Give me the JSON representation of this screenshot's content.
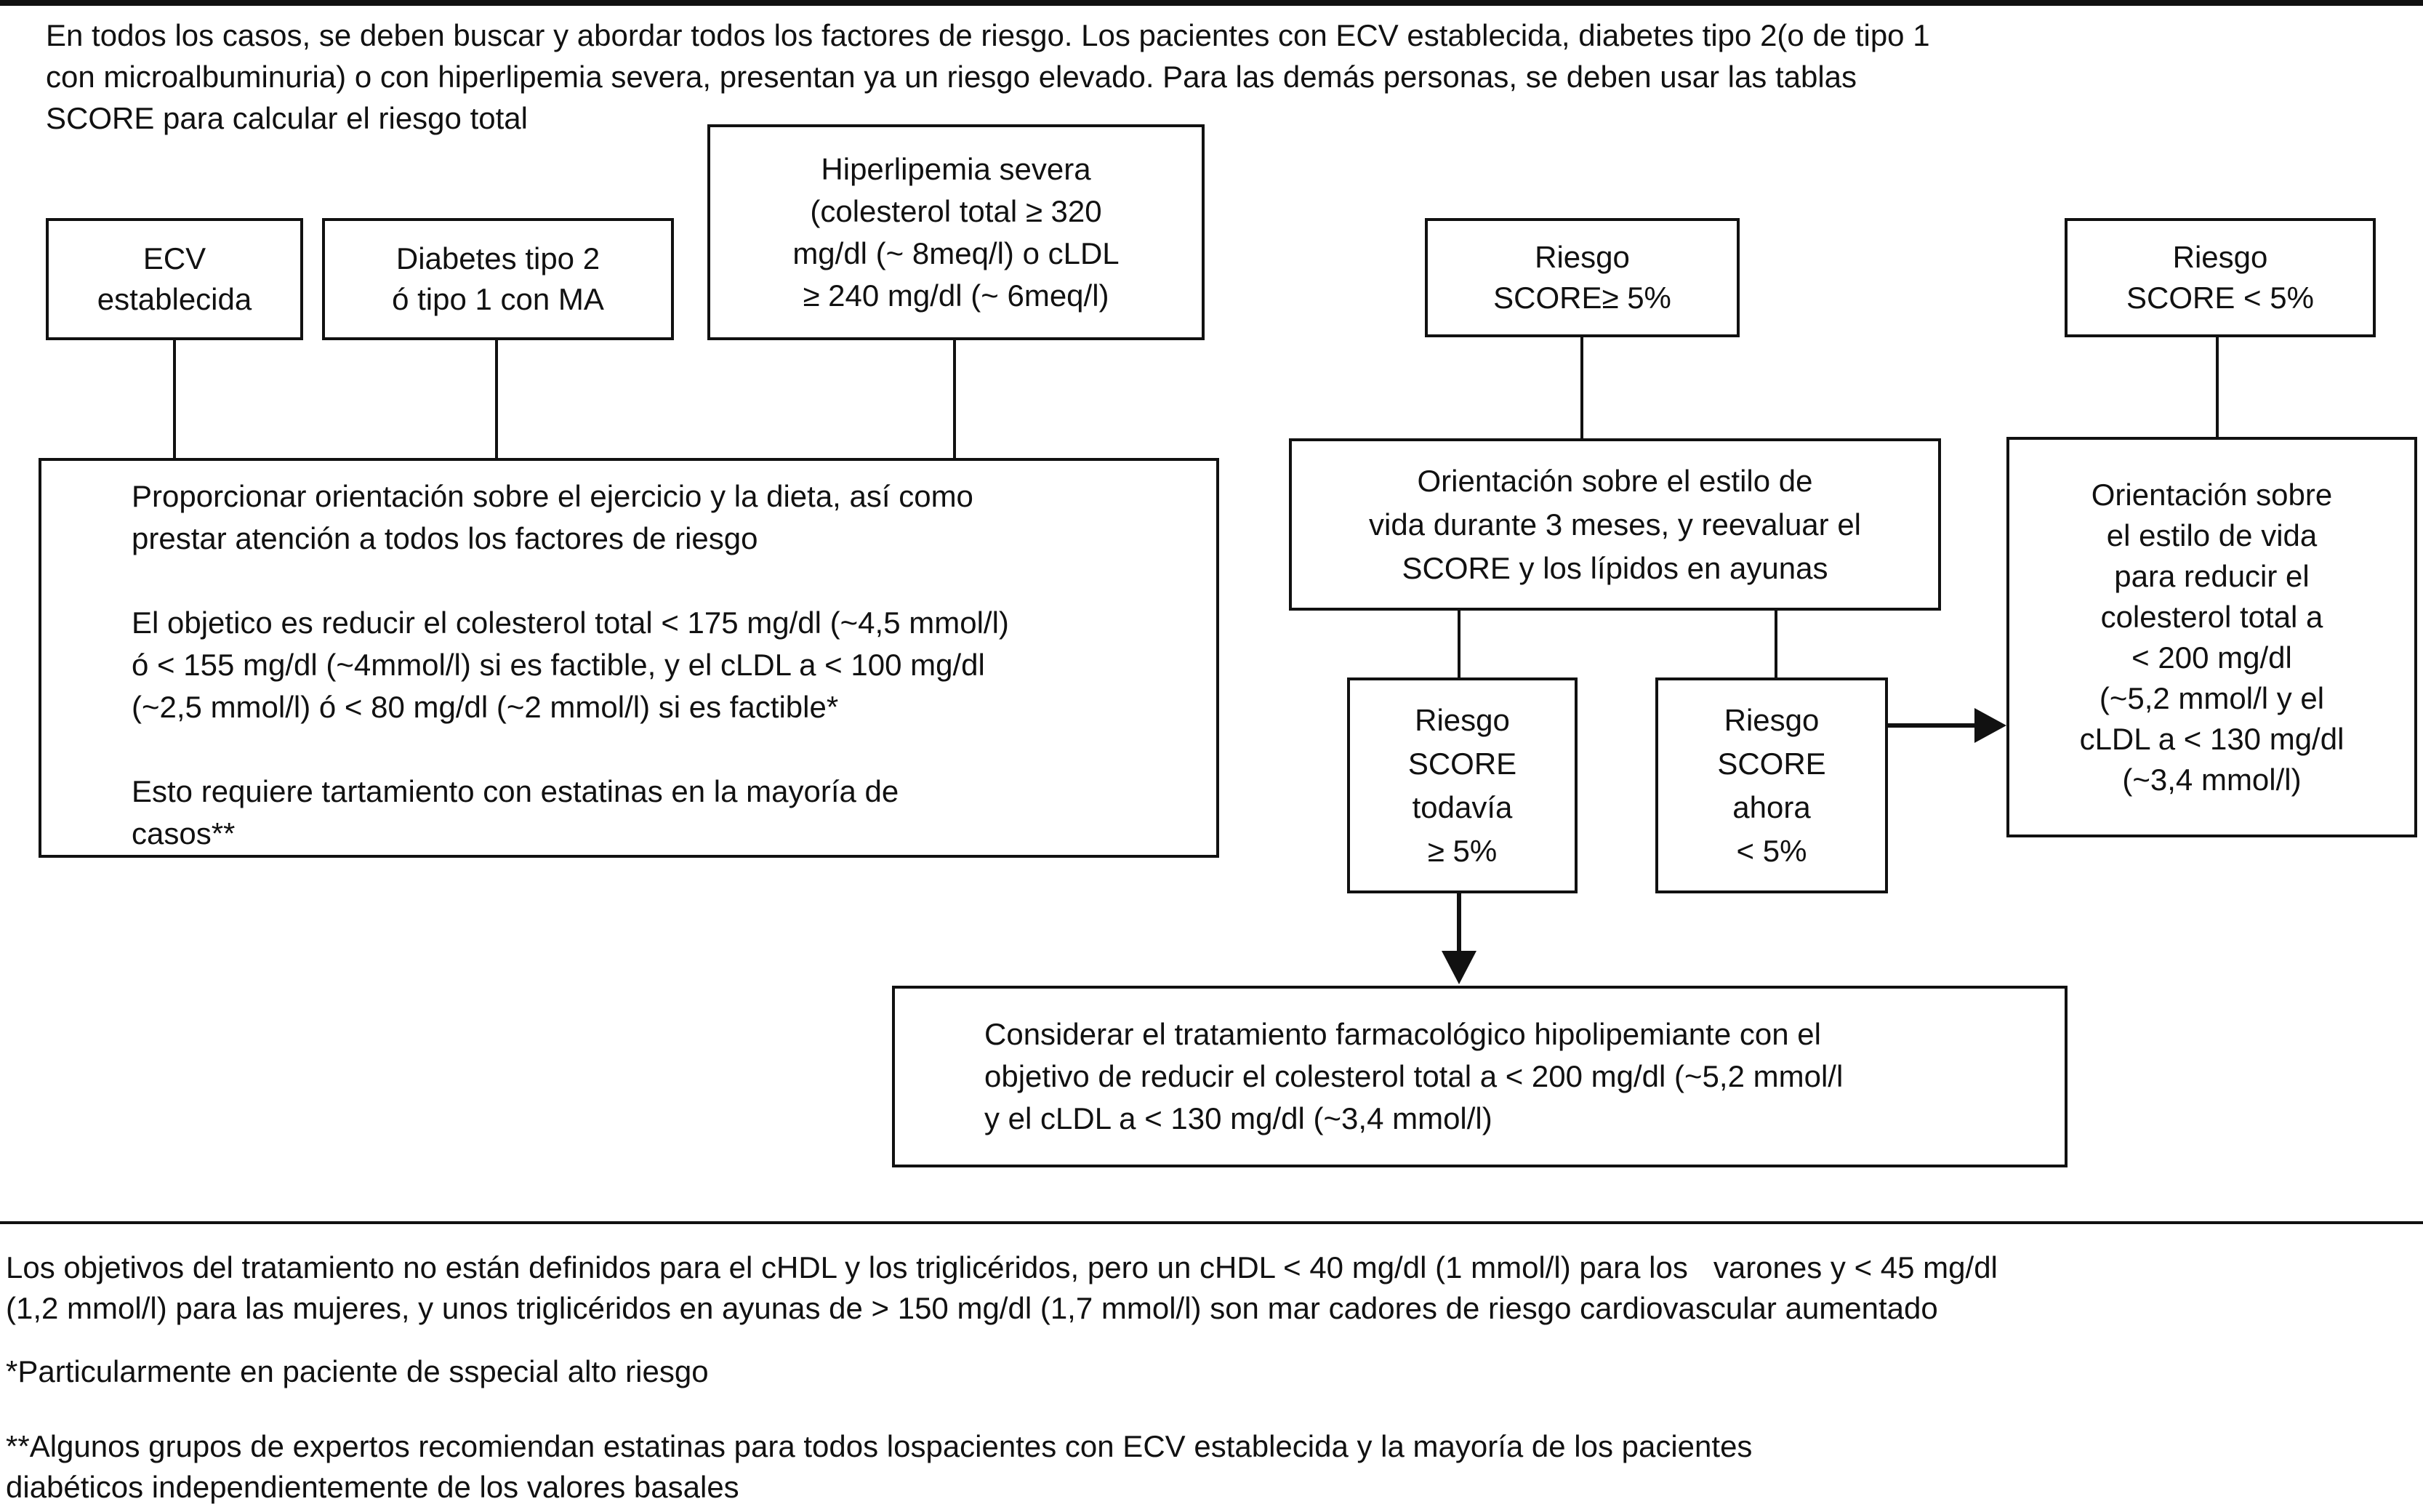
{
  "colors": {
    "ink": "#111111",
    "background": "#ffffff"
  },
  "intro": {
    "text": "En todos los casos, se deben buscar y abordar todos los factores de riesgo. Los pacientes con ECV establecida, diabetes tipo 2(o de tipo 1\ncon microalbuminuria) o con hiperlipemia severa, presentan ya un riesgo elevado. Para las demás personas, se deben usar las tablas\nSCORE para calcular el riesgo total"
  },
  "top_row": {
    "ecv": "ECV\nestablecida",
    "diabetes": "Diabetes tipo 2\nó tipo 1 con MA",
    "hiperlipemia": "Hiperlipemia severa\n(colesterol total ≥ 320\nmg/dl (~ 8meq/l) o cLDL\n≥ 240 mg/dl (~ 6meq/l)",
    "score_ge5": "Riesgo\nSCORE≥ 5%",
    "score_lt5": "Riesgo\nSCORE < 5%"
  },
  "mid_row": {
    "management": "Proporcionar orientación sobre el ejercicio y la dieta, así como\nprestar atención a todos los factores de riesgo\n\nEl objetico es reducir el colesterol total < 175 mg/dl (~4,5 mmol/l)\nó < 155 mg/dl (~4mmol/l) si es factible, y el cLDL a < 100 mg/dl\n(~2,5 mmol/l) ó < 80 mg/dl (~2 mmol/l) si es factible*\n\nEsto requiere tartamiento con estatinas en la mayoría de\ncasos**",
    "lifestyle_3months": "Orientación sobre el estilo de\nvida durante 3 meses, y reevaluar el\nSCORE y los lípidos en ayunas",
    "lifestyle_reduce": "Orientación sobre\nel estilo de vida\npara reducir el\ncolesterol total a\n< 200 mg/dl\n(~5,2 mmol/l y el\ncLDL a < 130 mg/dl\n(~3,4 mmol/l)"
  },
  "score_boxes": {
    "still_ge5": "Riesgo\nSCORE\ntodavía\n≥ 5%",
    "now_lt5": "Riesgo\nSCORE\nahora\n< 5%"
  },
  "bottom_box": {
    "text": "Considerar el tratamiento farmacológico hipolipemiante con el\nobjetivo de reducir el colesterol total a < 200 mg/dl (~5,2 mmol/l\ny el cLDL a < 130 mg/dl (~3,4 mmol/l)"
  },
  "footnotes": {
    "p1": "Los objetivos del tratamiento no están definidos para el cHDL y los triglicéridos, pero un cHDL < 40 mg/dl (1 mmol/l) para los   varones y < 45 mg/dl\n(1,2 mmol/l) para las mujeres, y unos triglicéridos en ayunas de > 150 mg/dl (1,7 mmol/l) son mar cadores de riesgo cardiovascular aumentado",
    "p2": "*Particularmente en paciente de sspecial alto riesgo",
    "p3": "**Algunos grupos de expertos recomiendan estatinas para todos lospacientes con ECV establecida y la mayoría de los pacientes\ndiabéticos independientemente de los valores basales"
  }
}
